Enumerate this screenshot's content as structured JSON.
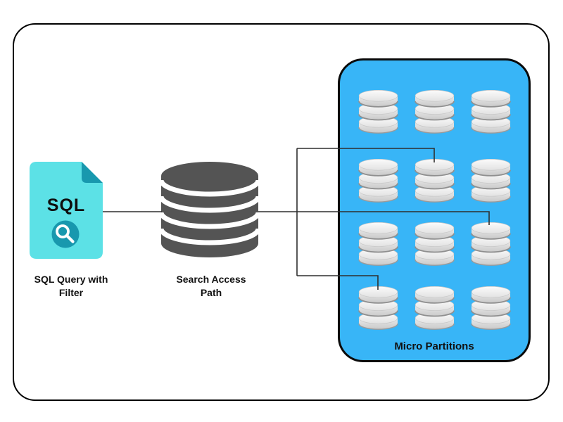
{
  "nodes": {
    "sql_doc": {
      "icon_text": "SQL",
      "label_line1": "SQL Query with",
      "label_line2": "Filter"
    },
    "search_access_path": {
      "label_line1": "Search Access",
      "label_line2": "Path"
    },
    "micro_partitions": {
      "label": "Micro Partitions",
      "grid_rows": 4,
      "grid_cols": 3,
      "cylinder_count": 12
    }
  },
  "icons": {
    "sql_document": "document-with-folded-corner",
    "magnifier": "search-icon",
    "search_access_path": "database-cylinder-dark",
    "partition": "database-cylinder-white"
  },
  "colors": {
    "doc_fill": "#5ce1e6",
    "doc_fold": "#1898ae",
    "magnifier": "#1898ae",
    "panel_blue": "#38b5f7",
    "dark_cyl": "#545454",
    "connector": "#2f2f2f",
    "border": "#000000"
  }
}
